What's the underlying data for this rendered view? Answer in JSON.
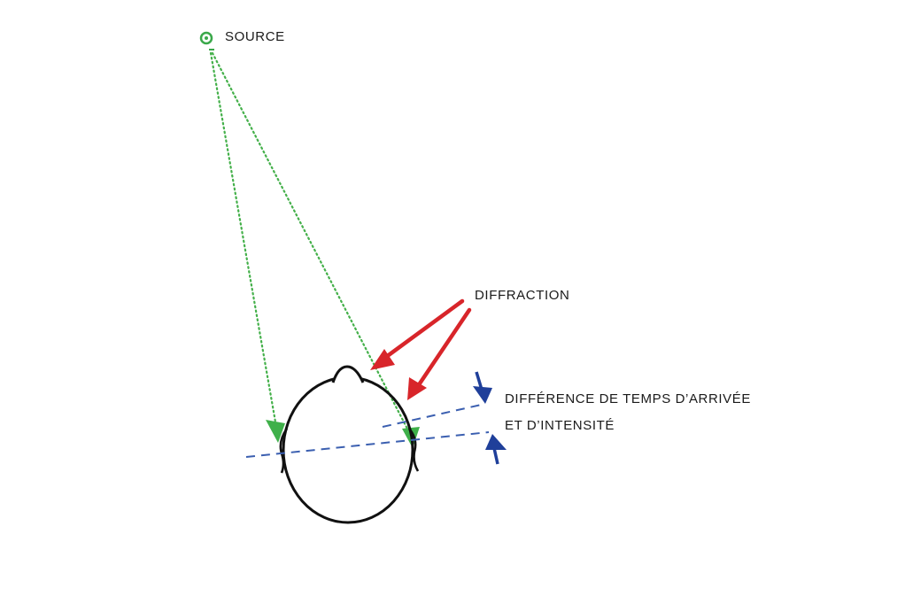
{
  "labels": {
    "source": "SOURCE",
    "diffraction": "DIFFRACTION",
    "difference_line1": "DIFFÉRENCE DE TEMPS D’ARRIVÉE",
    "difference_line2": "ET D’INTENSITÉ"
  },
  "colors": {
    "source_dot": "#3aa84a",
    "sound_path": "#44b04a",
    "diffraction_arrow": "#d8252a",
    "offset_line": "#3b5fb0",
    "offset_arrow": "#1f3f9a",
    "head_outline": "#111111",
    "text": "#1a1a1a"
  }
}
